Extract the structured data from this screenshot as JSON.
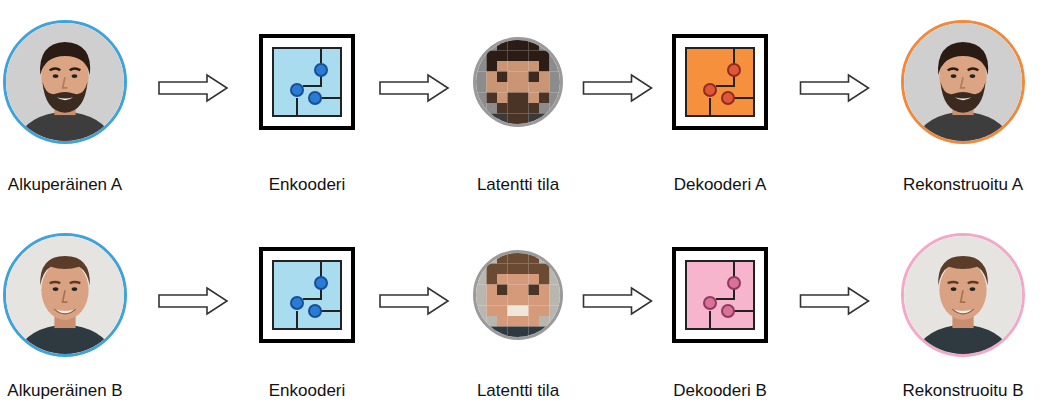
{
  "diagram": {
    "nodes": [
      {
        "text": [
          "Alkuperäinen A"
        ]
      },
      {
        "text": [
          "Enkooderi"
        ]
      },
      {
        "text": [
          "Latentti tila"
        ]
      },
      {
        "text": [
          "Dekooderi A"
        ]
      },
      {
        "text": [
          "Rekonstruoitu A"
        ]
      },
      {
        "text": [
          "Alkuperäinen B"
        ]
      },
      {
        "text": [
          "Enkooderi"
        ]
      },
      {
        "text": [
          "Latentti tila"
        ]
      },
      {
        "text": [
          "Dekooderi B"
        ]
      },
      {
        "text": [
          "Rekonstruoitu B"
        ]
      }
    ],
    "edges": [
      {
        "from": 0,
        "to": 1,
        "arrow": "to"
      },
      {
        "from": 1,
        "to": 2,
        "arrow": "to"
      },
      {
        "from": 2,
        "to": 3,
        "arrow": "to"
      },
      {
        "from": 3,
        "to": 4,
        "arrow": "to"
      },
      {
        "from": 5,
        "to": 6,
        "arrow": "to"
      },
      {
        "from": 6,
        "to": 7,
        "arrow": "to"
      },
      {
        "from": 7,
        "to": 8,
        "arrow": "to"
      },
      {
        "from": 8,
        "to": 9,
        "arrow": "to"
      }
    ]
  }
}
